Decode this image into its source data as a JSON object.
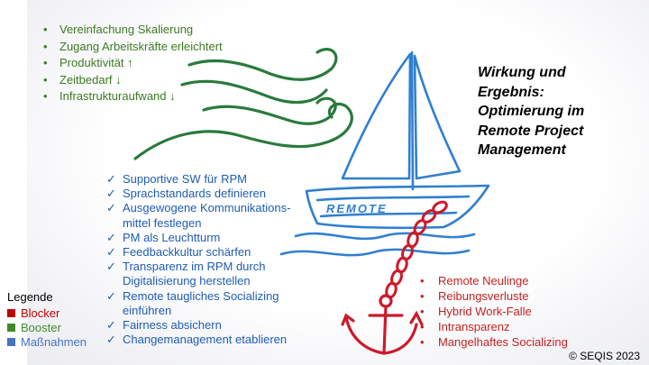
{
  "green_list": {
    "items": [
      "Vereinfachung Skalierung",
      "Zugang Arbeitskräfte erleichtert",
      "Produktivität ↑",
      "Zeitbedarf ↓",
      "Infrastrukturaufwand ↓"
    ]
  },
  "blue_list": {
    "check_symbol": "✓",
    "items": [
      "Supportive SW für RPM",
      "Sprachstandards definieren",
      "Ausgewogene Kommunikations-mittel festlegen",
      "PM als Leuchtturm",
      "Feedbackkultur schärfen",
      "Transparenz im RPM durch Digitalisierung herstellen",
      "Remote taugliches Socializing einführen",
      "Fairness absichern",
      "Changemanagement etablieren"
    ]
  },
  "red_list": {
    "items": [
      "Remote Neulinge",
      "Reibungsverluste",
      "Hybrid Work-Falle",
      "Intransparenz",
      "Mangelhaftes Socializing"
    ]
  },
  "title": {
    "lines": [
      "Wirkung und",
      "Ergebnis:",
      "Optimierung im",
      "Remote Project",
      "Management"
    ]
  },
  "boat": {
    "hull_text": "REMOTE"
  },
  "legend": {
    "title": "Legende",
    "items": [
      {
        "label": "Blocker",
        "color": "#c00000"
      },
      {
        "label": "Booster",
        "color": "#3d8a2a"
      },
      {
        "label": "Maßnahmen",
        "color": "#4472c4"
      }
    ]
  },
  "footer": {
    "copyright": "© SEQIS 2023"
  },
  "colors": {
    "green": "#3d7a22",
    "blue": "#1e5cb3",
    "red": "#c42121",
    "wind": "#2a7a3c",
    "boat": "#2f7fd0",
    "anchor": "#cc1a2a"
  }
}
